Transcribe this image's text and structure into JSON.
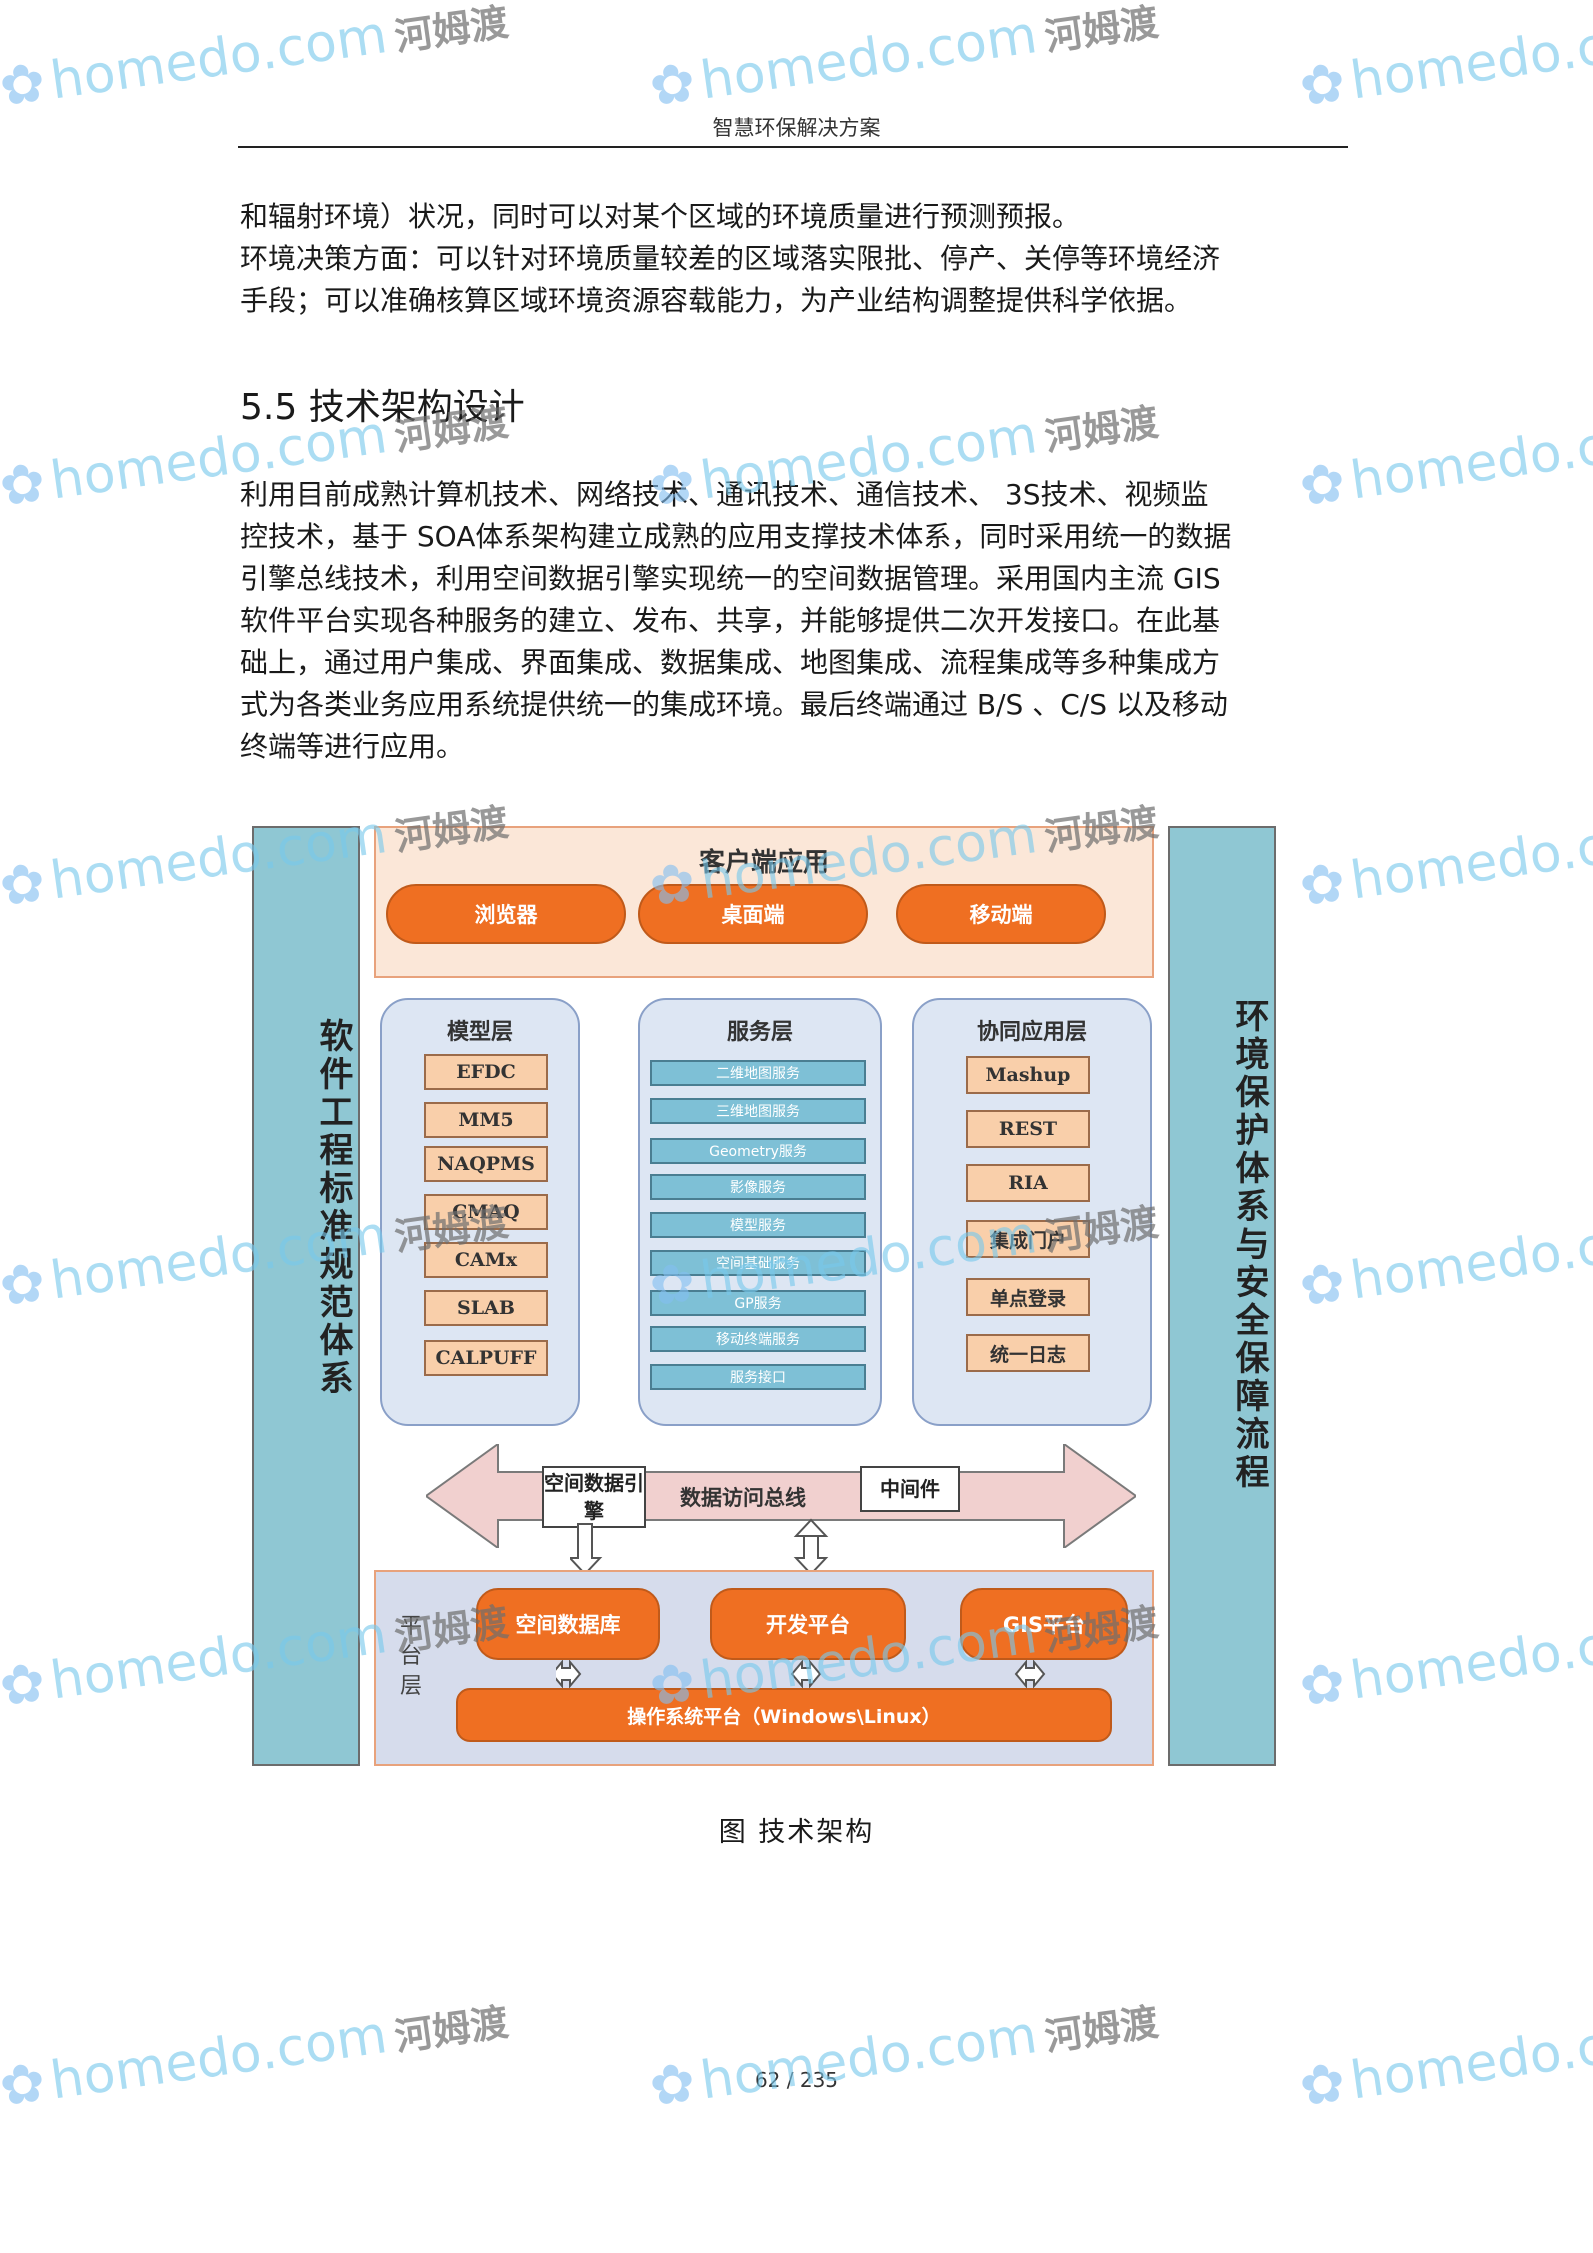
{
  "header": {
    "title": "智慧环保解决方案"
  },
  "intro_lines": [
    "和辐射环境）状况，同时可以对某个区域的环境质量进行预测预报。",
    "环境决策方面：可以针对环境质量较差的区域落实限批、停产、关停等环境经济",
    "手段；可以准确核算区域环境资源容载能力，为产业结构调整提供科学依据。"
  ],
  "section": {
    "heading": "5.5 技术架构设计"
  },
  "body_lines": [
    "利用目前成熟计算机技术、网络技术、通讯技术、通信技术、  3S技术、视频监",
    "控技术，基于 SOA体系架构建立成熟的应用支撑技术体系，同时采用统一的数据",
    "引擎总线技术，利用空间数据引擎实现统一的空间数据管理。采用国内主流  GIS",
    "软件平台实现各种服务的建立、发布、共享，并能够提供二次开发接口。在此基",
    "础上，通过用户集成、界面集成、数据集成、地图集成、流程集成等多种集成方",
    "式为各类业务应用系统提供统一的集成环境。最后终端通过  B/S 、C/S 以及移动",
    "终端等进行应用。"
  ],
  "diagram": {
    "left_column": "软件工程标准规范体系",
    "right_column": "环境保护体系与安全保障流程",
    "client": {
      "title": "客户端应用",
      "items": [
        "浏览器",
        "桌面端",
        "移动端"
      ]
    },
    "model_layer": {
      "title": "模型层",
      "items": [
        "EFDC",
        "MM5",
        "NAQPMS",
        "CMAQ",
        "CAMx",
        "SLAB",
        "CALPUFF"
      ]
    },
    "service_layer": {
      "title": "服务层",
      "items": [
        "二维地图服务",
        "三维地图服务",
        "Geometry服务",
        "影像服务",
        "模型服务",
        "空间基础服务",
        "GP服务",
        "移动终端服务",
        "服务接口"
      ]
    },
    "collab_layer": {
      "title": "协同应用层",
      "items": [
        "Mashup",
        "REST",
        "RIA",
        "集成门户",
        "单点登录",
        "统一日志"
      ]
    },
    "bus": {
      "label": "数据访问总线",
      "engine": "空间数据引擎",
      "middleware": "中间件"
    },
    "platform": {
      "label": "平台层",
      "items": [
        "空间数据库",
        "开发平台",
        "GIS平台"
      ],
      "os": "操作系统平台（Windows\\Linux）"
    }
  },
  "caption": "图  技术架构",
  "page_number": "62 / 235",
  "watermark": {
    "brand": "homedo.com",
    "cn": "河姆渡"
  },
  "colors": {
    "accent_orange": "#ef6f22",
    "side_column": "#8fc7d3",
    "panel_blue": "#dde6f3",
    "model_box": "#f9cfaa",
    "service_box": "#7ec0d6"
  }
}
